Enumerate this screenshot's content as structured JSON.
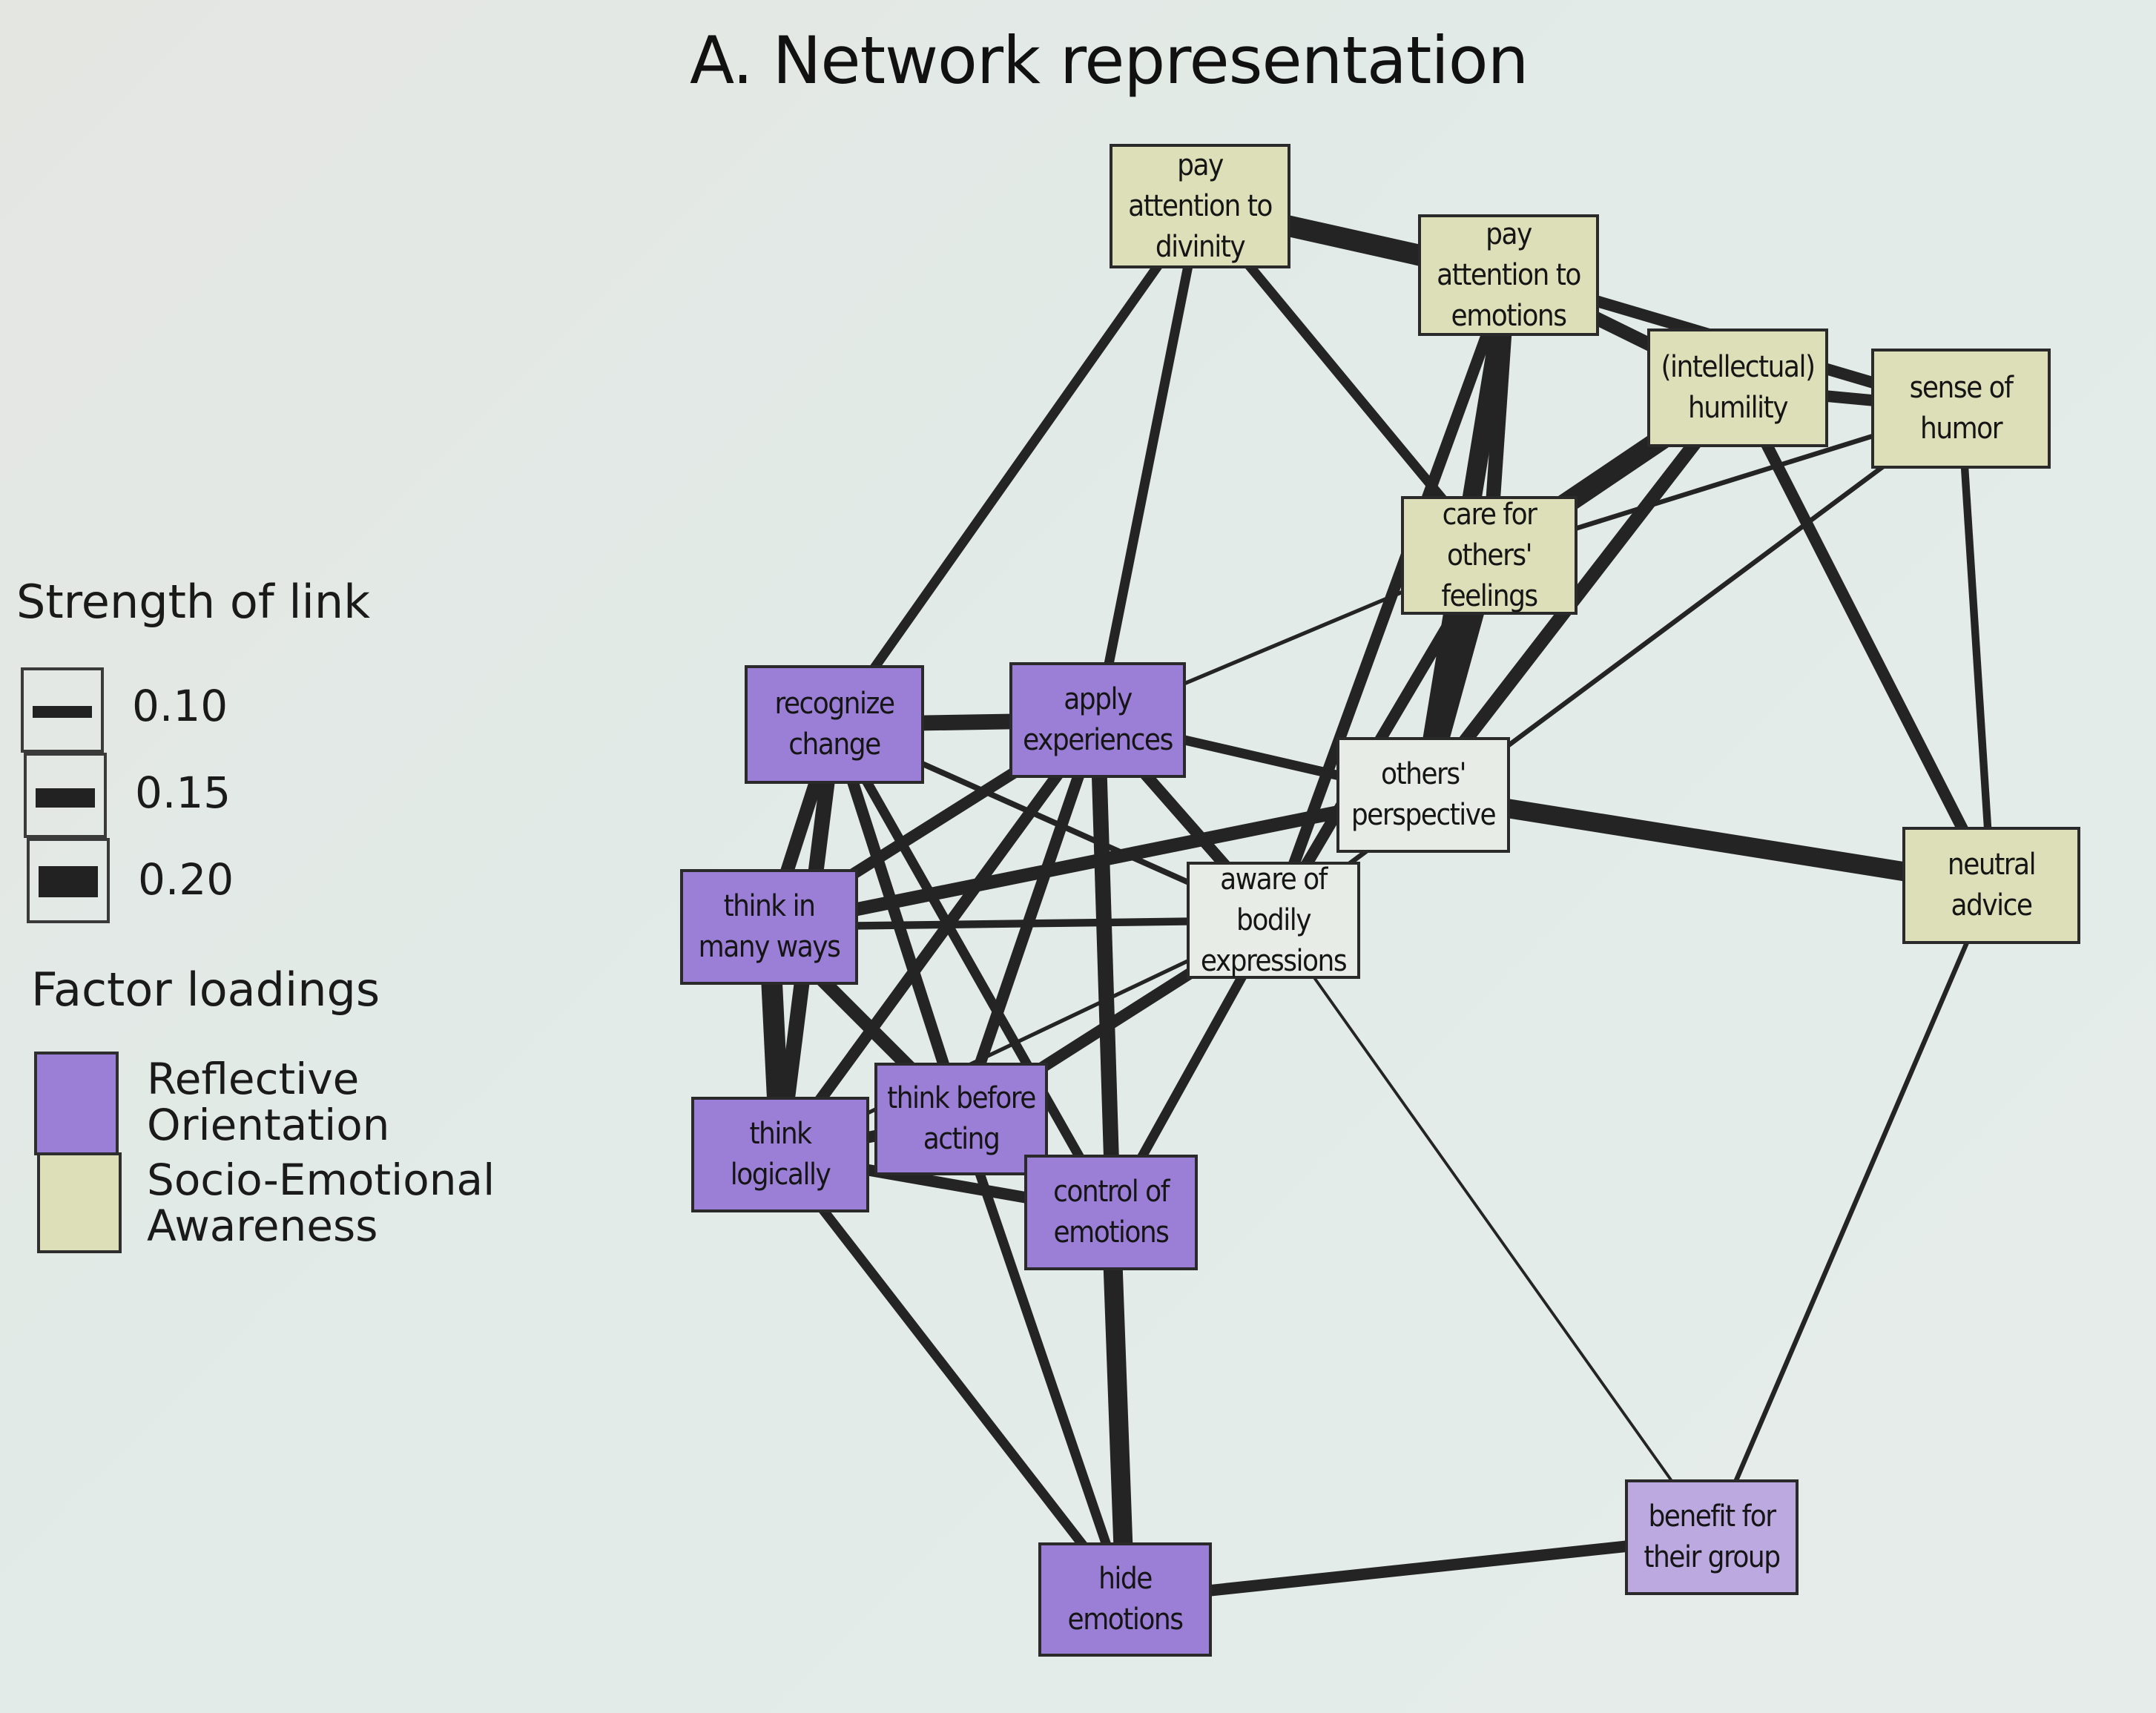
{
  "title": "A. Network representation",
  "colors": {
    "reflective": "#9b7fd6",
    "reflective_light": "#bba9e0",
    "socio_emotional": "#dcdfb8",
    "neutral_node": "#e7ece6",
    "edge": "#242424"
  },
  "legend": {
    "strength_title": "Strength of link",
    "strength_items": [
      {
        "label": "0.10",
        "value": 0.1
      },
      {
        "label": "0.15",
        "value": 0.15
      },
      {
        "label": "0.20",
        "value": 0.2
      }
    ],
    "factor_title": "Factor loadings",
    "factor_items": [
      {
        "label": "Reflective\nOrientation",
        "color_key": "reflective"
      },
      {
        "label": "Socio-Emotional\nAwareness",
        "color_key": "socio_emotional"
      }
    ]
  },
  "chart_data": {
    "type": "network",
    "title": "A. Network representation",
    "legend_strength": [
      0.1,
      0.15,
      0.2
    ],
    "nodes": [
      {
        "id": "divinity",
        "label": "pay\nattention to\ndivinity",
        "factor": "socio_emotional"
      },
      {
        "id": "att_emotions",
        "label": "pay\nattention to\nemotions",
        "factor": "socio_emotional"
      },
      {
        "id": "humility",
        "label": "(intellectual)\nhumility",
        "factor": "socio_emotional"
      },
      {
        "id": "humor",
        "label": "sense of\nhumor",
        "factor": "socio_emotional"
      },
      {
        "id": "care",
        "label": "care for\nothers'\nfeelings",
        "factor": "socio_emotional"
      },
      {
        "id": "recognize",
        "label": "recognize\nchange",
        "factor": "reflective"
      },
      {
        "id": "apply",
        "label": "apply\nexperiences",
        "factor": "reflective"
      },
      {
        "id": "perspective",
        "label": "others'\nperspective",
        "factor": "neutral"
      },
      {
        "id": "neutral_advice",
        "label": "neutral\nadvice",
        "factor": "socio_emotional"
      },
      {
        "id": "many_ways",
        "label": "think in\nmany ways",
        "factor": "reflective"
      },
      {
        "id": "bodily",
        "label": "aware of\nbodily\nexpressions",
        "factor": "neutral"
      },
      {
        "id": "logically",
        "label": "think\nlogically",
        "factor": "reflective"
      },
      {
        "id": "before_acting",
        "label": "think before\nacting",
        "factor": "reflective"
      },
      {
        "id": "control",
        "label": "control of\nemotions",
        "factor": "reflective"
      },
      {
        "id": "hide",
        "label": "hide\nemotions",
        "factor": "reflective"
      },
      {
        "id": "benefit",
        "label": "benefit for\ntheir group",
        "factor": "reflective_light"
      }
    ],
    "edges": [
      {
        "source": "divinity",
        "target": "att_emotions",
        "weight": 0.22
      },
      {
        "source": "divinity",
        "target": "recognize",
        "weight": 0.1
      },
      {
        "source": "divinity",
        "target": "apply",
        "weight": 0.1
      },
      {
        "source": "divinity",
        "target": "care",
        "weight": 0.1
      },
      {
        "source": "att_emotions",
        "target": "humility",
        "weight": 0.14
      },
      {
        "source": "att_emotions",
        "target": "humor",
        "weight": 0.12
      },
      {
        "source": "att_emotions",
        "target": "care",
        "weight": 0.15
      },
      {
        "source": "att_emotions",
        "target": "perspective",
        "weight": 0.2
      },
      {
        "source": "att_emotions",
        "target": "bodily",
        "weight": 0.12
      },
      {
        "source": "humility",
        "target": "humor",
        "weight": 0.12
      },
      {
        "source": "humility",
        "target": "care",
        "weight": 0.22
      },
      {
        "source": "humility",
        "target": "perspective",
        "weight": 0.14
      },
      {
        "source": "humility",
        "target": "neutral_advice",
        "weight": 0.12
      },
      {
        "source": "humor",
        "target": "care",
        "weight": 0.05
      },
      {
        "source": "humor",
        "target": "bodily",
        "weight": 0.05
      },
      {
        "source": "humor",
        "target": "neutral_advice",
        "weight": 0.08
      },
      {
        "source": "care",
        "target": "perspective",
        "weight": 0.22
      },
      {
        "source": "care",
        "target": "apply",
        "weight": 0.04
      },
      {
        "source": "care",
        "target": "bodily",
        "weight": 0.12
      },
      {
        "source": "perspective",
        "target": "neutral_advice",
        "weight": 0.2
      },
      {
        "source": "perspective",
        "target": "apply",
        "weight": 0.1
      },
      {
        "source": "perspective",
        "target": "many_ways",
        "weight": 0.14
      },
      {
        "source": "recognize",
        "target": "apply",
        "weight": 0.16
      },
      {
        "source": "recognize",
        "target": "many_ways",
        "weight": 0.14
      },
      {
        "source": "recognize",
        "target": "logically",
        "weight": 0.16
      },
      {
        "source": "recognize",
        "target": "before_acting",
        "weight": 0.12
      },
      {
        "source": "recognize",
        "target": "bodily",
        "weight": 0.06
      },
      {
        "source": "recognize",
        "target": "control",
        "weight": 0.1
      },
      {
        "source": "apply",
        "target": "many_ways",
        "weight": 0.12
      },
      {
        "source": "apply",
        "target": "logically",
        "weight": 0.12
      },
      {
        "source": "apply",
        "target": "before_acting",
        "weight": 0.12
      },
      {
        "source": "apply",
        "target": "control",
        "weight": 0.1
      },
      {
        "source": "apply",
        "target": "hide",
        "weight": 0.16
      },
      {
        "source": "apply",
        "target": "bodily",
        "weight": 0.12
      },
      {
        "source": "many_ways",
        "target": "logically",
        "weight": 0.22
      },
      {
        "source": "many_ways",
        "target": "before_acting",
        "weight": 0.14
      },
      {
        "source": "many_ways",
        "target": "bodily",
        "weight": 0.08
      },
      {
        "source": "bodily",
        "target": "before_acting",
        "weight": 0.12
      },
      {
        "source": "bodily",
        "target": "logically",
        "weight": 0.04
      },
      {
        "source": "bodily",
        "target": "control",
        "weight": 0.1
      },
      {
        "source": "bodily",
        "target": "benefit",
        "weight": 0.03
      },
      {
        "source": "logically",
        "target": "before_acting",
        "weight": 0.12
      },
      {
        "source": "logically",
        "target": "control",
        "weight": 0.12
      },
      {
        "source": "logically",
        "target": "hide",
        "weight": 0.1
      },
      {
        "source": "before_acting",
        "target": "hide",
        "weight": 0.1
      },
      {
        "source": "control",
        "target": "hide",
        "weight": 0.2
      },
      {
        "source": "hide",
        "target": "benefit",
        "weight": 0.12
      },
      {
        "source": "benefit",
        "target": "neutral_advice",
        "weight": 0.05
      }
    ]
  }
}
